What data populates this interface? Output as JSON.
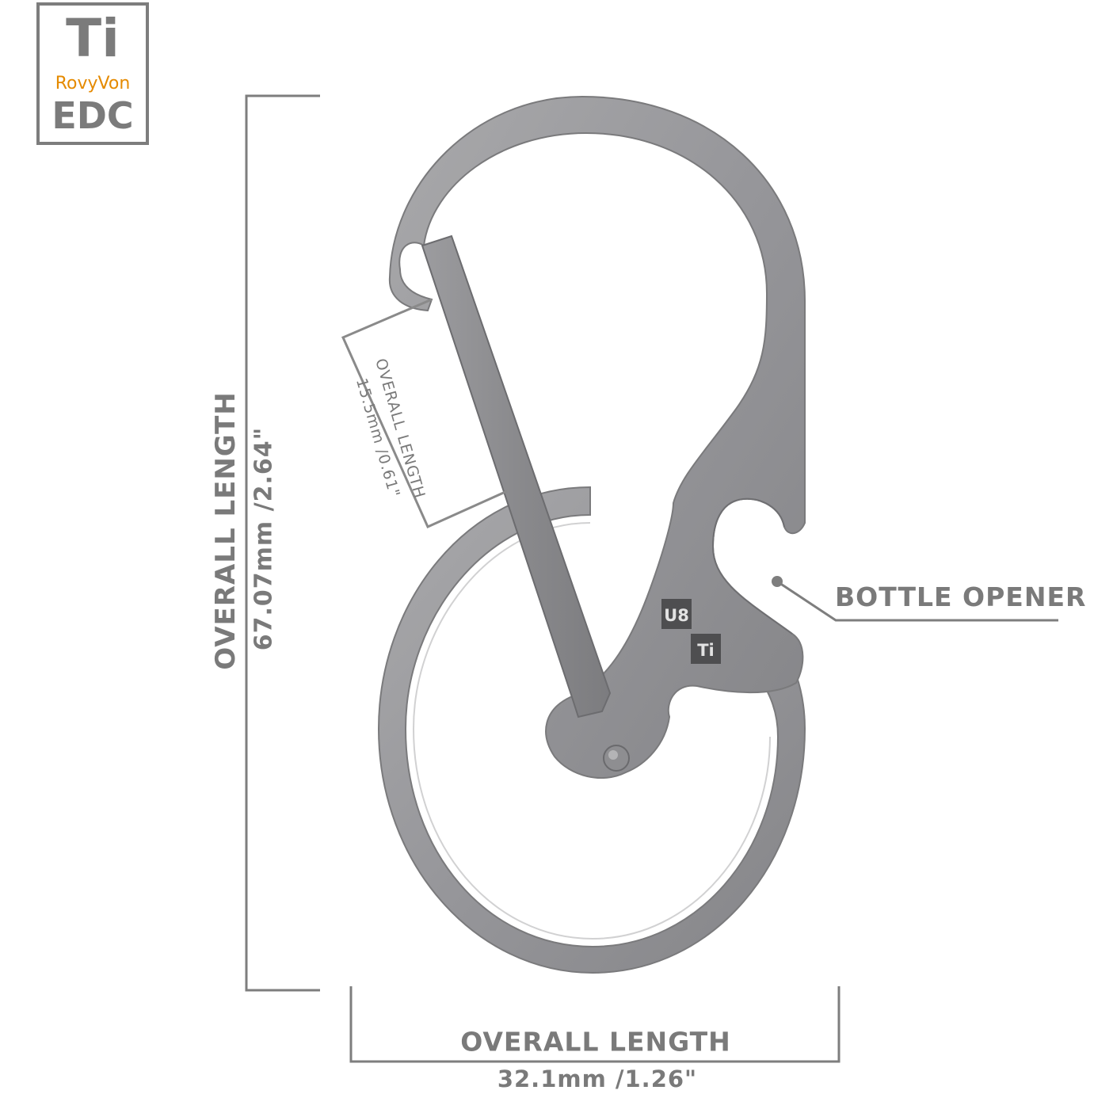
{
  "logo": {
    "symbol": "Ti",
    "brand": "RovyVon",
    "line3": "EDC",
    "border_color": "#7d7d7d",
    "brand_color": "#e58a00"
  },
  "product": {
    "engraving_top": "U8",
    "engraving_bottom": "Ti",
    "metal_color": "#9a9a9c",
    "metal_edge_color": "#7e7e80"
  },
  "dimensions": {
    "height": {
      "title": "OVERALL LENGTH",
      "value": "67.07mm /2.64\""
    },
    "gate": {
      "title": "OVERALL LENGTH",
      "value": "15.5mm /0.61\""
    },
    "width": {
      "title": "OVERALL LENGTH",
      "value": "32.1mm /1.26\""
    }
  },
  "callout": {
    "label": "BOTTLE OPENER"
  },
  "line_color": "#7e7e7e"
}
